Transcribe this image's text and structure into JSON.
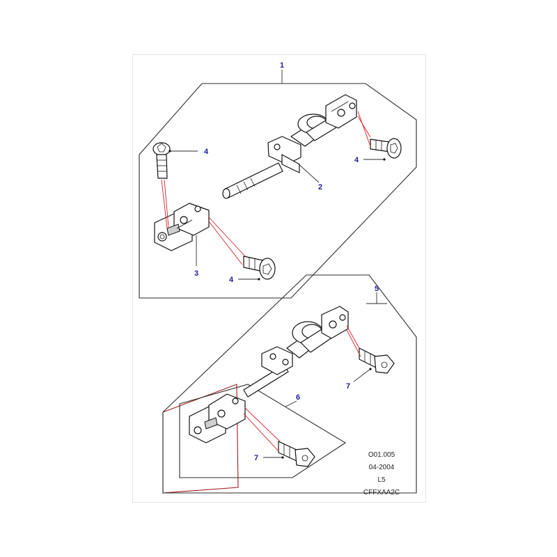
{
  "diagram": {
    "callouts": {
      "c1": "1",
      "c2": "2",
      "c3": "3",
      "c4a": "4",
      "c4b": "4",
      "c4c": "4",
      "c5": "5",
      "c6": "6",
      "c7a": "7",
      "c7b": "7"
    },
    "reference": {
      "code": "O01.005",
      "date": "04-2004",
      "model": "L5",
      "part_code": "CFFXAA2C"
    },
    "colors": {
      "callout_text": "#1c1c9a",
      "leader_red": "#d42020",
      "frame_red": "#a11c1c",
      "line": "#111111"
    }
  }
}
